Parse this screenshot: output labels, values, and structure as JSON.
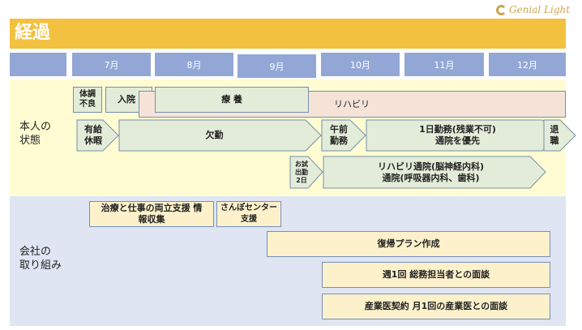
{
  "brand": {
    "logo_text": "Genial Light",
    "accent": "#f2c13f"
  },
  "header": {
    "title": "経過"
  },
  "months": [
    "",
    "7月",
    "8月",
    "9月",
    "10月",
    "11月",
    "12月"
  ],
  "sections": {
    "person": {
      "label": "本人の\n状態"
    },
    "company": {
      "label": "会社の\n取り組み"
    }
  },
  "person_row1": {
    "poor_health": "体調\n不良",
    "hospitalized": "入院",
    "recuperation": "療 養",
    "rehab": "リハビリ"
  },
  "person_row2": {
    "paid_leave": "有給\n休暇",
    "absence": "欠勤",
    "morning_work": "午前\n勤務",
    "full_day": "1日勤務(残業不可)\n通院を優先",
    "retirement": "退\n職"
  },
  "person_row3": {
    "trial_work": "お試\n出勤\n2日",
    "hospital_visits": "リハビリ通院(脳神経内科)\n通院(呼吸器内科、歯科)"
  },
  "company_items": {
    "info_collection": "治療と仕事の両立支援 情\n報収集",
    "sanpo_center": "さんぽセンター\n支援",
    "return_plan": "復帰プラン作成",
    "weekly_meeting": "週1回 総務担当者との面談",
    "occupational_doctor": "産業医契約 月1回の産業医との面談"
  }
}
